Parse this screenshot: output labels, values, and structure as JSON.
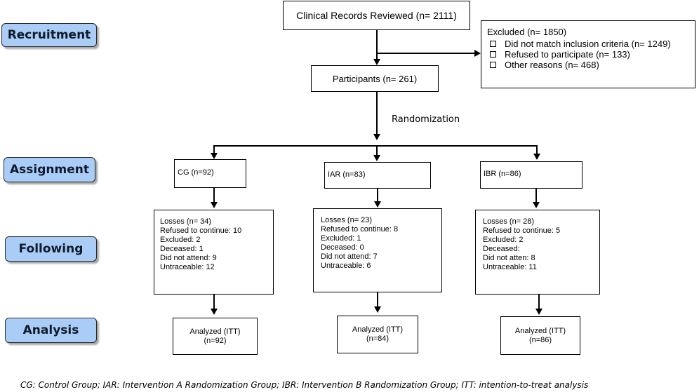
{
  "stages": {
    "recruitment": "Recruitment",
    "assignment": "Assignment",
    "following": "Following",
    "analysis": "Analysis"
  },
  "records": "Clinical Records Reviewed (n= 2111)",
  "excluded": {
    "title": "Excluded (n= 1850)",
    "items": [
      "Did not match inclusion criteria (n= 1249)",
      "Refused to participate (n= 133)",
      "Other reasons (n= 468)"
    ]
  },
  "participants": "Participants (n= 261)",
  "randomization": "Randomization",
  "groups": [
    {
      "assign": "CG (n=92)",
      "losses": [
        "Losses (n= 34)",
        "Refused to continue: 10",
        "Excluded: 2",
        "Deceased: 1",
        "Did not attend: 9",
        "Untraceable: 12"
      ],
      "analyzed_line1": "Analyzed (ITT)",
      "analyzed_line2": "(n=92)"
    },
    {
      "assign": "IAR (n=83)",
      "losses": [
        "Losses (n= 23)",
        "Refused to continue: 8",
        "Excluded: 1",
        "Deceased: 0",
        "Did not attend: 7",
        "Untraceable: 6"
      ],
      "analyzed_line1": "Analyzed (ITT)",
      "analyzed_line2": "(n=84)"
    },
    {
      "assign": "IBR (n=86)",
      "losses": [
        "Losses (n= 28)",
        "Refused to continue: 5",
        "Excluded: 2",
        "Deceased:",
        "Did not atten: 8",
        "Untraceable: 11"
      ],
      "analyzed_line1": "Analyzed (ITT)",
      "analyzed_line2": "(n=86)"
    }
  ],
  "footer": "CG: Control Group; IAR: Intervention A Randomization Group; IBR: Intervention B Randomization Group; ITT: intention-to-treat analysis"
}
